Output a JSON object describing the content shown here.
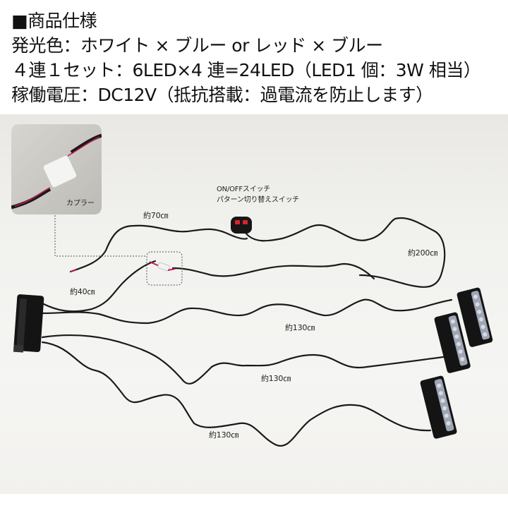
{
  "spec": {
    "title": "■商品仕様",
    "lines": [
      "発光色：ホワイト × ブルー or レッド × ブルー",
      "４連１セット：6LED×4 連=24LED（LED1 個：3W 相当）",
      "稼働電圧：DC12V（抵抗搭載：過電流を防止します）"
    ]
  },
  "photo": {
    "inset_label": "カプラー",
    "switch_label_1": "ON/OFFスイッチ",
    "switch_label_2": "パターン切り替えスイッチ",
    "cable_labels": {
      "c70": "約70㎝",
      "c40": "約40㎝",
      "c200": "約200㎝",
      "c130a": "約130㎝",
      "c130b": "約130㎝",
      "c130c": "約130㎝"
    },
    "colors": {
      "cable": "#1a1a1a",
      "led_body": "#141414",
      "led_lens": "#9fa6b3",
      "switch_button": "#d9252a",
      "wire_red": "#c2185b"
    }
  }
}
